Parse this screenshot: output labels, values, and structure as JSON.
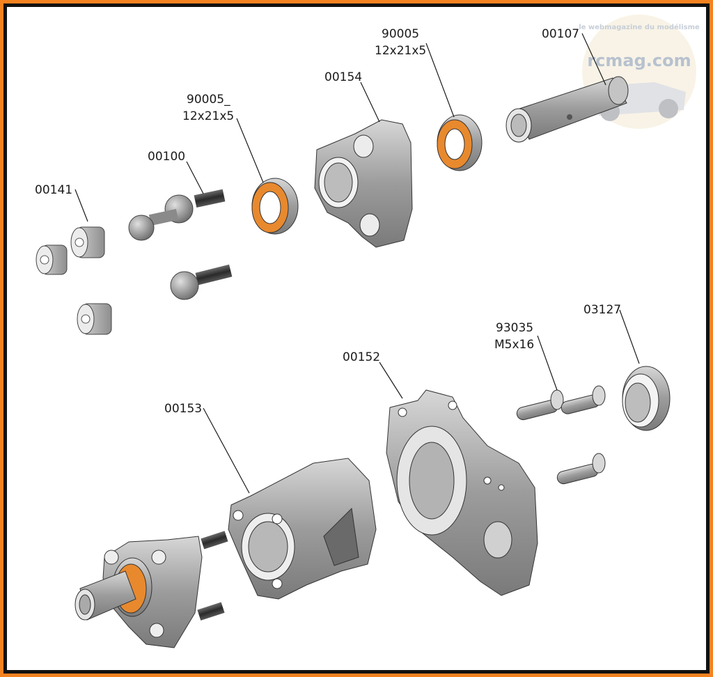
{
  "parts": {
    "p00141": "00141",
    "p00100": "00100",
    "p90005a_code": "90005_",
    "p90005a_size": "12x21x5",
    "p00154": "00154",
    "p90005b_code": "90005",
    "p90005b_size": "12x21x5",
    "p00107": "00107",
    "p93035_code": "93035",
    "p93035_size": "M5x16",
    "p03127": "03127",
    "p00152": "00152",
    "p00153": "00153"
  },
  "watermark": {
    "site": "rcmag.com",
    "tagline": "le webmagazine du modélisme"
  },
  "colors": {
    "frame": "#f58220",
    "bearing_seal": "#e8892e",
    "metal": "#a9a9a9"
  }
}
